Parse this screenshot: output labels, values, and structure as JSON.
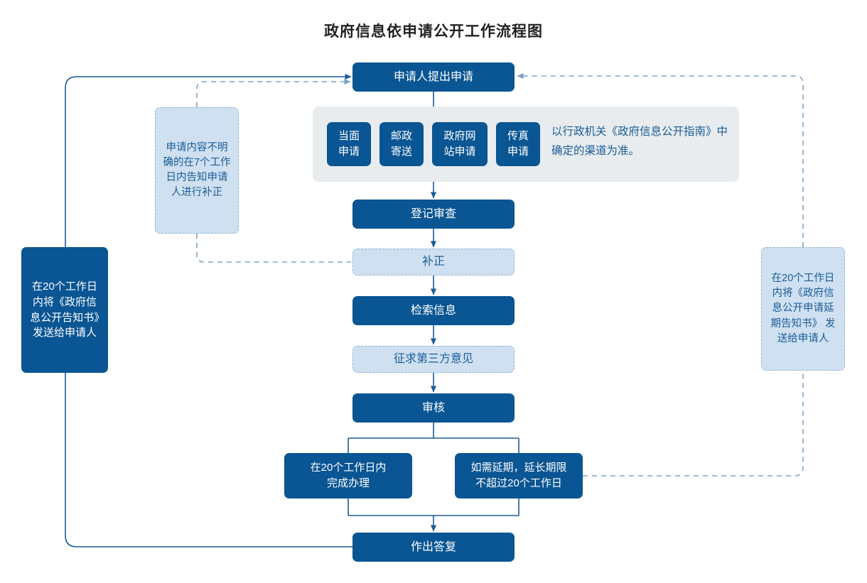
{
  "title": "政府信息依申请公开工作流程图",
  "colors": {
    "primary": "#0a5593",
    "light_fill": "#cfe0f1",
    "light_text": "#1b5c96",
    "panel": "#e8ecef",
    "dashed_border": "#93b4d4",
    "connector": "#1b5c96"
  },
  "nodes": {
    "apply": "申请人提出申请",
    "channels": [
      "当面\n申请",
      "邮政\n寄送",
      "政府网\n站申请",
      "传真\n申请"
    ],
    "channel_note": "以行政机关《政府信息公开指南》中确定的渠道为准。",
    "register": "登记审查",
    "correction": "补正",
    "retrieve": "检索信息",
    "third_party": "征求第三方意见",
    "audit": "审核",
    "complete_20": "在20个工作日内\n完成办理",
    "extension": "如需延期，延长期限\n不超过20个工作日",
    "reply": "作出答复"
  },
  "notes": {
    "correction_note": "申请内容不明确的在7个工作日内告知申请人进行补正",
    "left_note": "在20个工作日内将《政府信息公开告知书》发送给申请人",
    "right_note": "在20个工作日内将《政府信息公开申请延期告知书》 发送给申请人"
  }
}
